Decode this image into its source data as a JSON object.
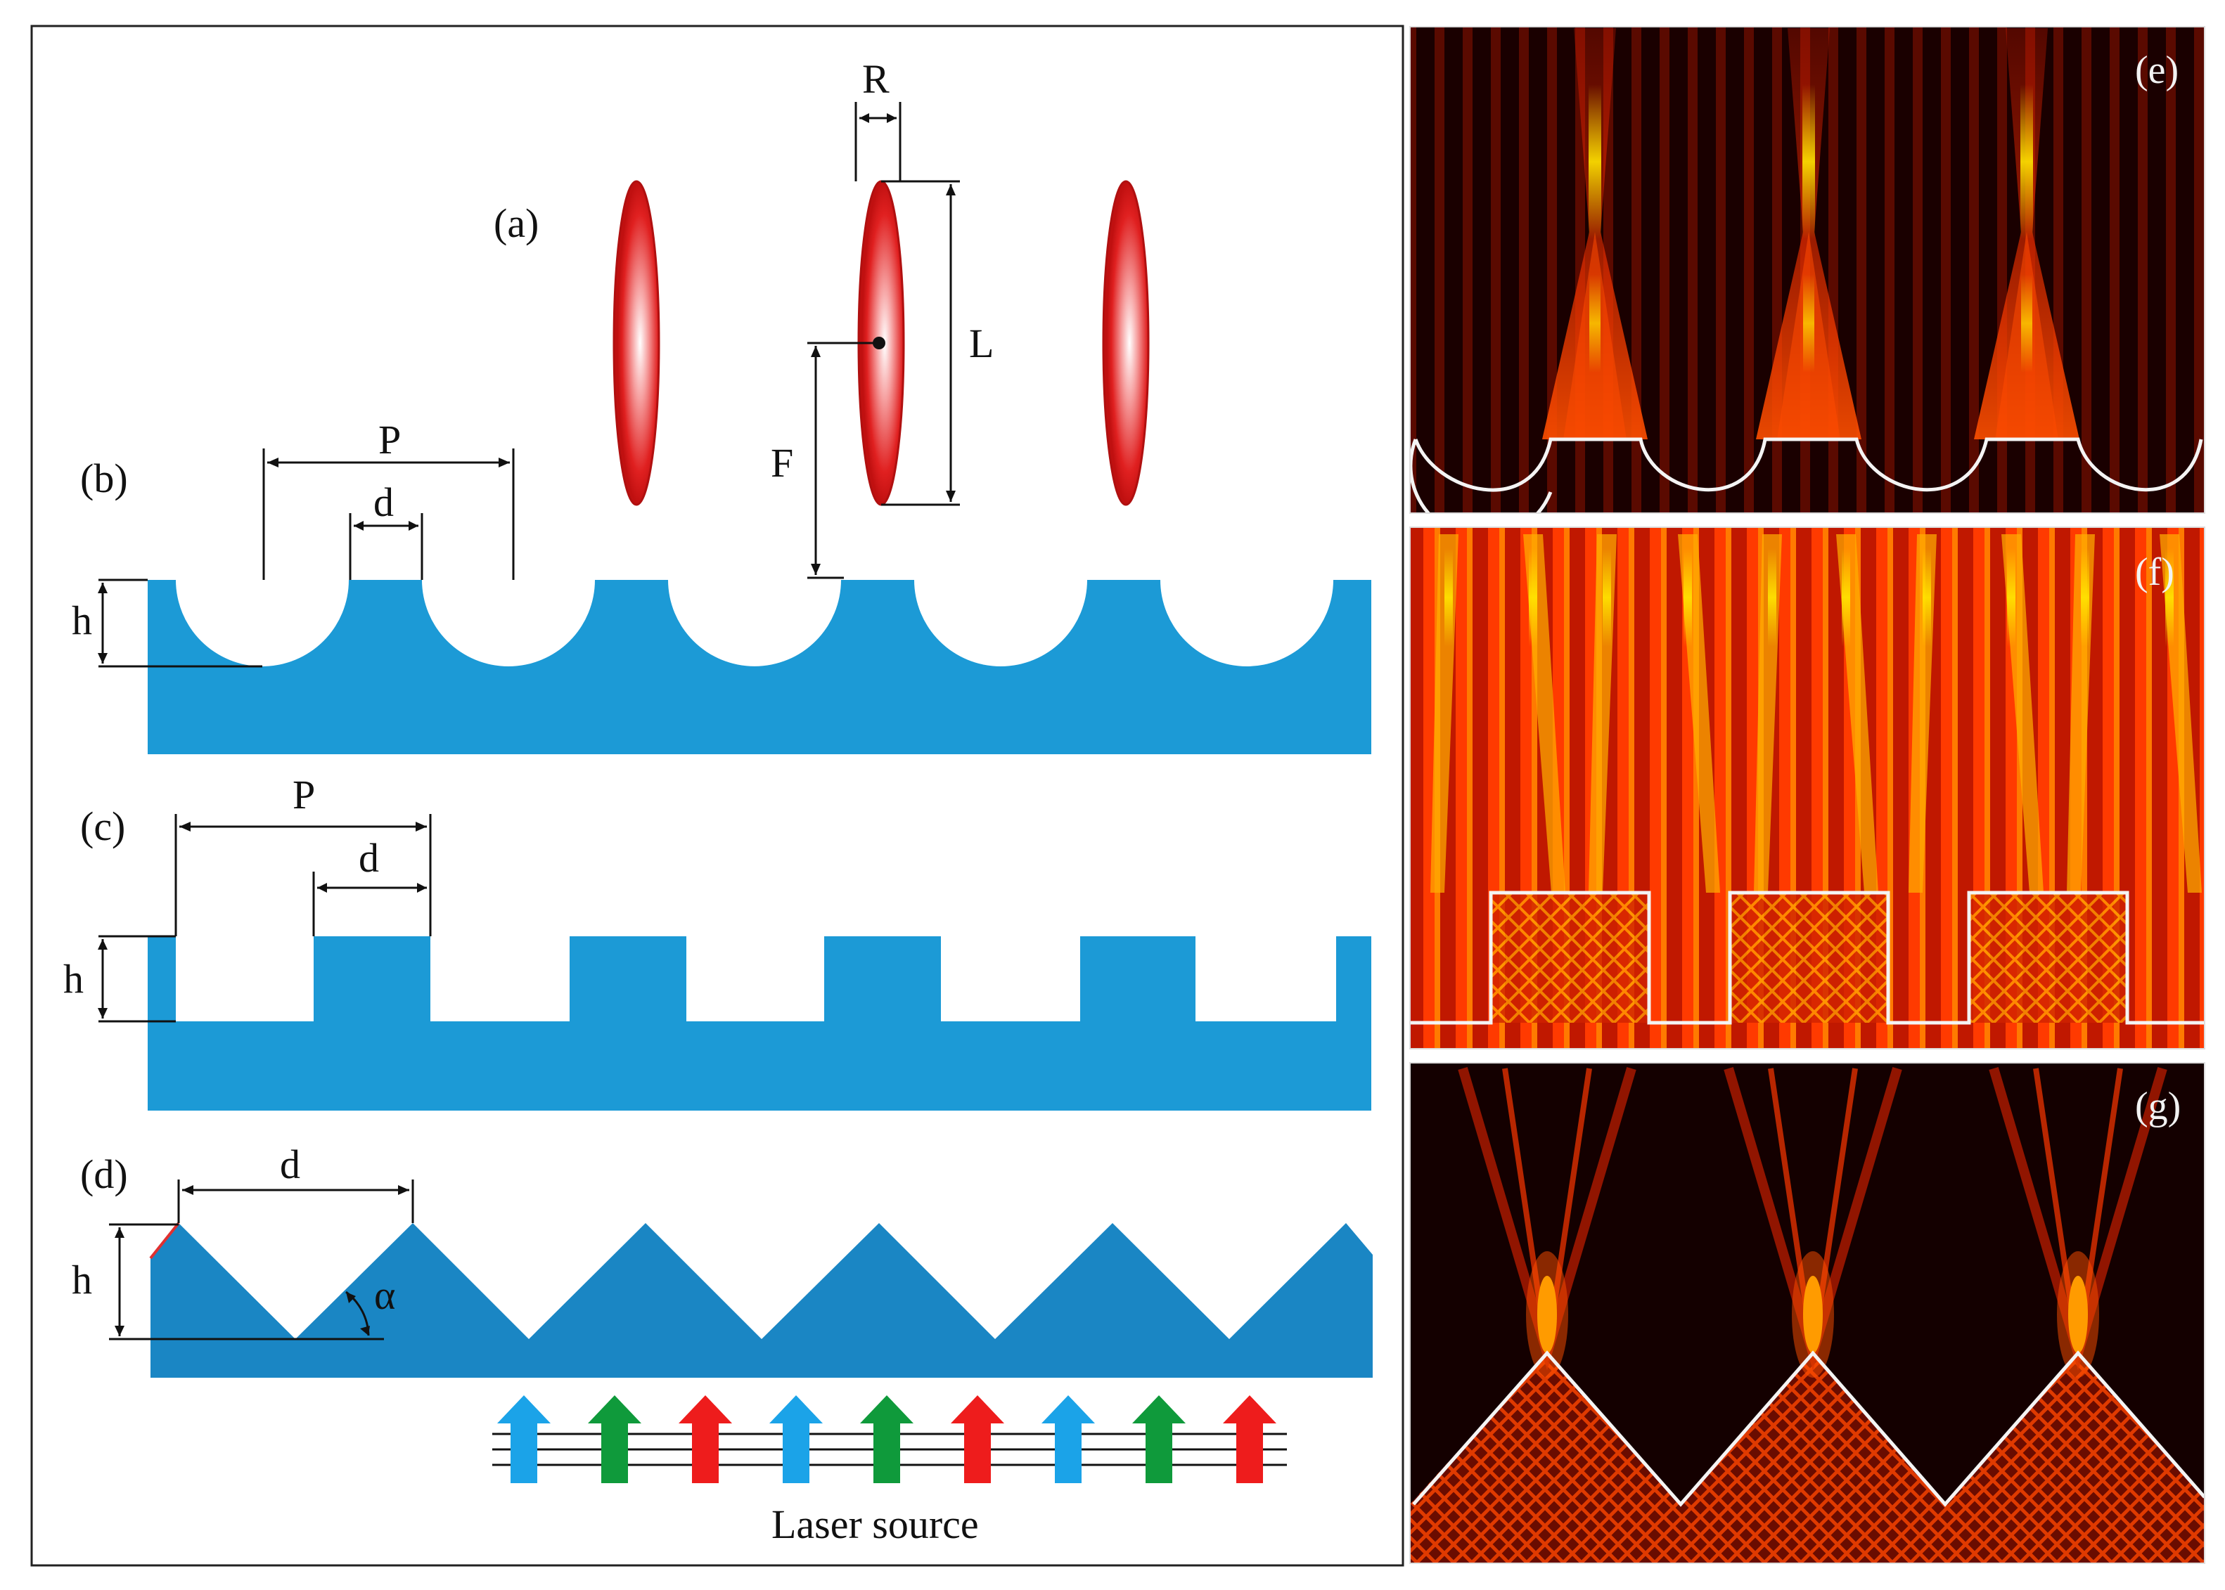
{
  "panels": {
    "a": "(a)",
    "b": "(b)",
    "c": "(c)",
    "d": "(d)",
    "e": "(e)",
    "f": "(f)",
    "g": "(g)"
  },
  "dims": {
    "R": "R",
    "L": "L",
    "F": "F",
    "P_b": "P",
    "d_b": "d",
    "h_b": "h",
    "P_c": "P",
    "d_c": "d",
    "h_c": "h",
    "d_d": "d",
    "h_d": "h",
    "alpha": "α"
  },
  "laser": {
    "caption": "Laser source",
    "arrow_colors": [
      "#1ba3e8",
      "#0f9a3b",
      "#ee1c1c",
      "#1ba3e8",
      "#0f9a3b",
      "#ee1c1c",
      "#1ba3e8",
      "#0f9a3b",
      "#ee1c1c"
    ]
  },
  "colors": {
    "structure": "#1c9ad6",
    "structure_dark": "#1a86c4",
    "lens": "#e02020",
    "field_dark": "#140000",
    "field_hot": "#ffe600"
  }
}
